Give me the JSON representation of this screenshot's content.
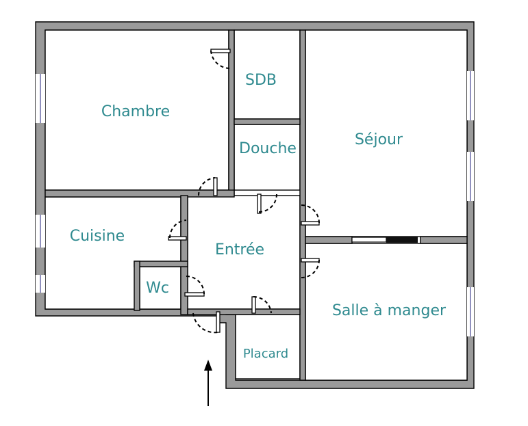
{
  "rooms": {
    "chambre": "Chambre",
    "sdb": "SDB",
    "douche": "Douche",
    "sejour": "Séjour",
    "cuisine": "Cuisine",
    "entree": "Entrée",
    "wc": "Wc",
    "salle_a_manger": "Salle à manger",
    "placard": "Placard"
  },
  "colors": {
    "label": "#2f8a8f",
    "wall": "#9a9a9a",
    "window": "#6a6aa8"
  }
}
